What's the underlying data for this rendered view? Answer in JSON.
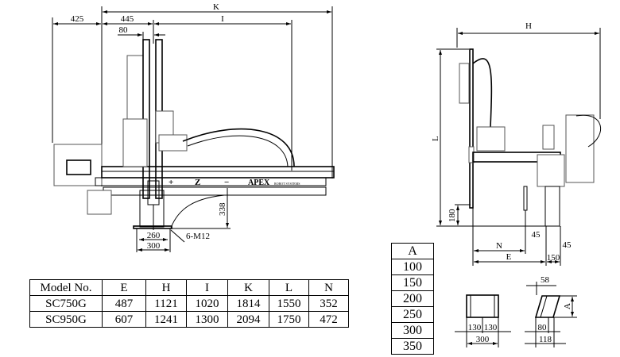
{
  "left_view": {
    "dims": {
      "K": "K",
      "d425": "425",
      "d445": "445",
      "I": "I",
      "d80": "80",
      "d338": "338",
      "d260": "260",
      "d300": "300",
      "bolt": "6-M12"
    },
    "labels": {
      "plus": "+",
      "z": "Z",
      "minus": "−",
      "brand": "APEX",
      "brand_sub": "ROBOT SYSTEMS"
    }
  },
  "right_view": {
    "dims": {
      "H": "H",
      "L": "L",
      "d180": "180",
      "N": "N",
      "E": "E",
      "d150": "150",
      "d45a": "45",
      "d45b": "45"
    }
  },
  "model_table": {
    "headers": [
      "Model No.",
      "E",
      "H",
      "I",
      "K",
      "L",
      "N"
    ],
    "rows": [
      [
        "SC750G",
        "487",
        "1121",
        "1020",
        "1814",
        "1550",
        "352"
      ],
      [
        "SC950G",
        "607",
        "1241",
        "1300",
        "2094",
        "1750",
        "472"
      ]
    ]
  },
  "a_table": {
    "header": "A",
    "values": [
      "100",
      "150",
      "200",
      "250",
      "300",
      "350"
    ]
  },
  "bracket_views": {
    "front": {
      "d130a": "130",
      "d130b": "130",
      "d300": "300"
    },
    "side": {
      "d58": "58",
      "A": "A",
      "d80": "80",
      "d118": "118"
    }
  }
}
